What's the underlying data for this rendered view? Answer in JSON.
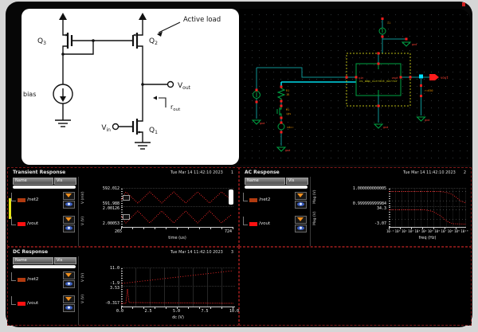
{
  "schematic": {
    "active_load": "Active load",
    "q3": {
      "t": "Q",
      "s": "3"
    },
    "q2": {
      "t": "Q",
      "s": "2"
    },
    "q1": {
      "t": "Q",
      "s": "1"
    },
    "vout": {
      "t": "V",
      "s": "out"
    },
    "rout": {
      "t": "r",
      "s": "out"
    },
    "vin": {
      "t": "V",
      "s": "in"
    },
    "ibias": "bias"
  },
  "cad": {
    "instance_label": "cs_amp_current_mirror",
    "pin_in": "vin",
    "pin_out": "vout",
    "port_out": "vout",
    "gnd": "gnd",
    "labels": {
      "isrc": "I1",
      "res1": "R1",
      "res1_val": "1K",
      "mos1": "M1",
      "mos1_val": "ids",
      "vsrc": "vdc=",
      "res2": "r=650"
    }
  },
  "panels": {
    "transient": {
      "title": "Transient Response",
      "timestamp": "Tue Mar 14 11:42:10 2023",
      "window_num": "1",
      "col_name": "Name",
      "col_vis": "Vis",
      "signals": [
        {
          "name": "/net2",
          "color": "#b23b10"
        },
        {
          "name": "/vout",
          "color": "#ff1111"
        }
      ],
      "plot1": {
        "unit": "V (mV)",
        "ymax": "592.012",
        "ymin": "591.988"
      },
      "plot2": {
        "unit": "V (V)",
        "ymax": "2.00126",
        "ymin": "2.00053"
      },
      "xmin": "265",
      "xmax": "724",
      "xlabel": "time (us)"
    },
    "ac": {
      "title": "AC Response",
      "timestamp": "Tue Mar 14 11:42:10 2023",
      "window_num": "2",
      "col_name": "Name",
      "col_vis": "Vis",
      "signals": [
        {
          "name": "/net2",
          "color": "#b23b10"
        },
        {
          "name": "/vout",
          "color": "#ff1111"
        }
      ],
      "plot1": {
        "unit": "Mag (V)",
        "ymax": "1.000000000005",
        "ymin": "0.999999999984"
      },
      "plot2": {
        "unit": "Mag (V)",
        "ymax": "34.3",
        "ymin": "-3.07"
      },
      "xticks": [
        "10⁻¹",
        "10⁰",
        "10¹",
        "10²",
        "10³",
        "10⁴",
        "10⁵",
        "10⁶",
        "10⁷",
        "10⁸",
        "10⁹",
        "10¹⁰"
      ],
      "xlabel": "freq (Hz)"
    },
    "dc": {
      "title": "DC Response",
      "timestamp": "Tue Mar 14 11:42:10 2023",
      "window_num": "3",
      "col_name": "Name",
      "col_vis": "Vis",
      "signals": [
        {
          "name": "/net2",
          "color": "#b23b10"
        },
        {
          "name": "/vout",
          "color": "#ff1111"
        }
      ],
      "plot1": {
        "unit": "V (V)",
        "ymax": "11.0",
        "ymin": "-1.9"
      },
      "plot2": {
        "unit": "V (V)",
        "ymax": "3.53",
        "ymin": "-0.317"
      },
      "xticks": [
        "0.0",
        "2.5",
        "5.0",
        "7.5",
        "10.0"
      ],
      "xlabel": "dc (V)"
    }
  }
}
